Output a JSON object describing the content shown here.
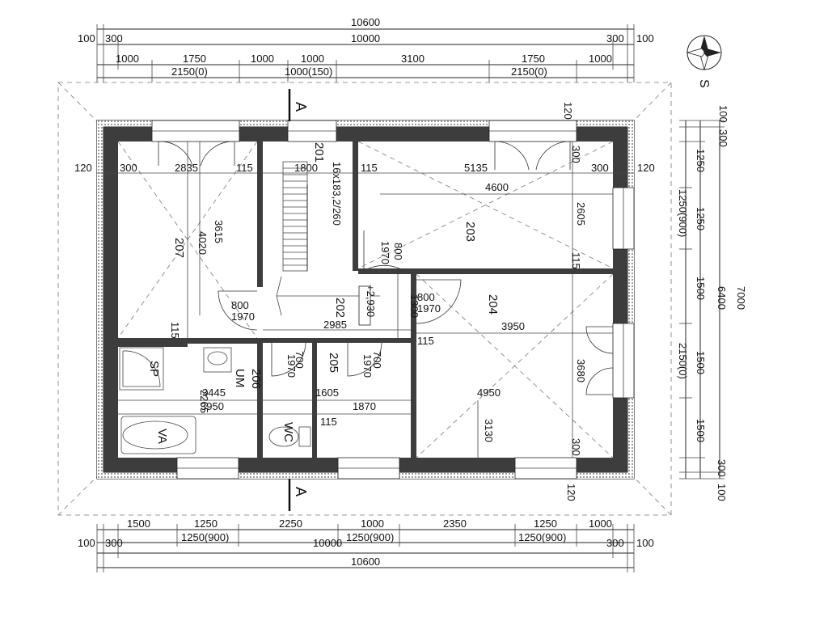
{
  "compass": {
    "label": "S"
  },
  "section_marks": {
    "top": "A",
    "bottom": "A"
  },
  "top_dims": {
    "overall": "10600",
    "edge_left": "100",
    "edge_right": "100",
    "inner": "10000",
    "wall_left": "300",
    "wall_right": "300",
    "row1": [
      "1000",
      "1750",
      "1000",
      "1000",
      "3100",
      "1750",
      "1000"
    ],
    "window_left": "2150(0)",
    "window_mid": "1000(150)",
    "window_right": "2150(0)"
  },
  "bottom_dims": {
    "row1": [
      "1500",
      "1250",
      "2250",
      "1000",
      "2350",
      "1250",
      "1000"
    ],
    "win_a": "1250(900)",
    "win_b": "1250(900)",
    "win_c": "1250(900)",
    "edge_left": "100",
    "wall_left": "300",
    "inner": "10000",
    "wall_right": "300",
    "edge_right": "100",
    "overall": "10600"
  },
  "right_dims": {
    "top_edge": "100",
    "top_wall": "300",
    "seg": [
      "1250",
      "1250",
      "1500",
      "1500",
      "1500"
    ],
    "win_top": "1250(900)",
    "win_mid": "2150(0)",
    "inner": "6400",
    "overall": "7000",
    "bottom_wall": "300",
    "bottom_edge": "100",
    "wall_top": "120",
    "wall_bot": "120"
  },
  "left_dims": {
    "wall": "120"
  },
  "rooms": {
    "r201": "201",
    "r202": "202",
    "r203": "203",
    "r204": "204",
    "r205": "205",
    "r206": "206",
    "r207": "207"
  },
  "fixtures": {
    "shower": "SP",
    "sink": "UM",
    "bath": "VA",
    "toilet": "WC"
  },
  "stairs": {
    "spec": "16x183,2/260"
  },
  "level": {
    "value": "+2,930"
  },
  "inner_dims": {
    "d300a": "300",
    "d2835": "2835",
    "d115a": "115",
    "d1800": "1800",
    "d115b": "115",
    "d5135": "5135",
    "d300b": "300",
    "d4600": "4600",
    "d2605": "2605",
    "d115c": "115",
    "d3615": "3615",
    "d4020": "4020",
    "d800a": "800",
    "d1970a": "1970",
    "d800b": "800",
    "d1970b": "1970",
    "d800c": "800",
    "d1970c": "1970",
    "d1300": "1300",
    "d115d": "115",
    "d2985": "2985",
    "d115e": "115",
    "d3950a": "3950",
    "d3680": "3680",
    "d700a": "700",
    "d1970d": "1970",
    "d700b": "700",
    "d1970e": "1970",
    "d3445": "3445",
    "d2265": "2265",
    "d3950b": "3950",
    "d1605": "1605",
    "d1870": "1870",
    "d115f": "115",
    "d4950": "4950",
    "d3130": "3130",
    "d300c": "300",
    "d120a": "120",
    "d120b": "120",
    "d300d": "300"
  }
}
